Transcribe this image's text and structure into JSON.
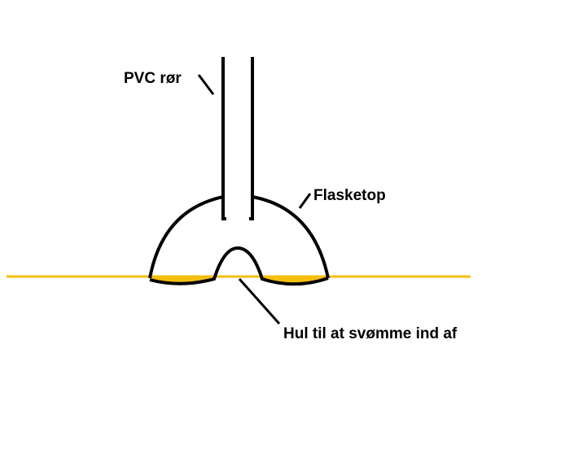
{
  "labels": {
    "pipe": "PVC rør",
    "bottle_top": "Flasketop",
    "hole": "Hul til at svømme ind af"
  },
  "colors": {
    "water": "#F5BE0B",
    "stroke": "#000000"
  }
}
